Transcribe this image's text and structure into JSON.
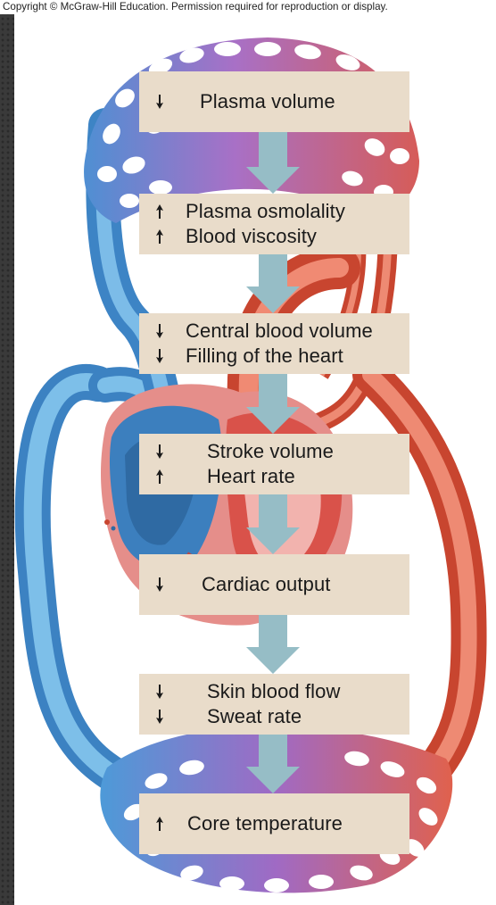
{
  "copyright": "Copyright © McGraw-Hill Education. Permission required for reproduction or display.",
  "colors": {
    "box_fill": "#e9dcca",
    "flow_arrow": "#96bdc6",
    "vein_blue": "#5a9fd6",
    "artery_red": "#e0614d",
    "capillary_purple": "#a774c2"
  },
  "steps": [
    {
      "lines": [
        {
          "direction": "down",
          "text": "Plasma volume"
        }
      ]
    },
    {
      "lines": [
        {
          "direction": "up",
          "text": "Plasma osmolality"
        },
        {
          "direction": "up",
          "text": "Blood viscosity"
        }
      ]
    },
    {
      "lines": [
        {
          "direction": "down",
          "text": "Central blood volume"
        },
        {
          "direction": "down",
          "text": "Filling of the heart"
        }
      ]
    },
    {
      "lines": [
        {
          "direction": "down",
          "text": "Stroke volume"
        },
        {
          "direction": "up",
          "text": "Heart rate"
        }
      ]
    },
    {
      "lines": [
        {
          "direction": "down",
          "text": "Cardiac output"
        }
      ]
    },
    {
      "lines": [
        {
          "direction": "down",
          "text": "Skin blood flow"
        },
        {
          "direction": "down",
          "text": "Sweat rate"
        }
      ]
    },
    {
      "lines": [
        {
          "direction": "up",
          "text": "Core temperature"
        }
      ]
    }
  ]
}
